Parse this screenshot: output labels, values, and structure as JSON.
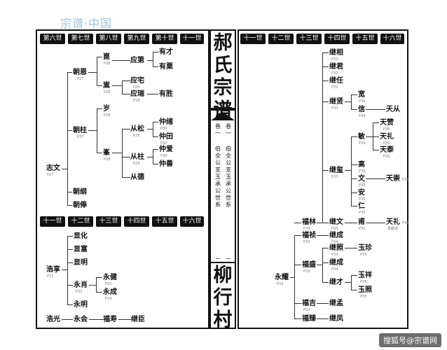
{
  "watermark_top": "宗谱·中国",
  "watermark_bottom": "搜狐号@宗谱网",
  "spine": {
    "title": "郝氏宗谱",
    "vol_left": "卷一",
    "vol_right": "卷一",
    "text_left": "伯全公支玉承公世系",
    "text_right": "伯全公支玉承公世系",
    "page_left": "二十一",
    "page_right": "二十二",
    "village": "柳行村"
  },
  "left_top_headers": [
    "第六世",
    "第七世",
    "第八世",
    "第九世",
    "第十世",
    "十一世"
  ],
  "left_bottom_headers": [
    "十一世",
    "十二世",
    "十三世",
    "十四世",
    "十五世",
    "十六世"
  ],
  "right_headers": [
    "十一世",
    "十二世",
    "十三世",
    "十四世",
    "十五世",
    "十六世"
  ],
  "names": {
    "zhiwen": "志文",
    "zhaoen": "朝恩",
    "zhaozhu": "朝柱",
    "zhaogang": "朝纲",
    "zhaofeng": "朝俸",
    "kun": "崑",
    "song": "嵩",
    "sui": "岁",
    "feng": "峯",
    "yingdi": "应第",
    "yingzhai": "应宅",
    "yingrui": "应瑞",
    "congsong": "从松",
    "congzhu": "从柱",
    "congde": "从德",
    "youcai": "有才",
    "yousu": "有粟",
    "yousheng": "有胜",
    "zhongxu": "仲绪",
    "zhongtian": "仲田",
    "zhongai": "仲爱",
    "zhongshan": "仲善",
    "haoxiang": "浩享",
    "haoguang": "浩光",
    "xianhua": "显化",
    "xianfu": "显富",
    "xianming": "显明",
    "yongxiao": "永肖",
    "yongming": "永明",
    "yonghui": "永会",
    "fuzhong": "福寿",
    "jichen": "继臣",
    "yongjian": "永健",
    "yongcheng": "永成",
    "fulin": "福林",
    "fuzhen": "福祯",
    "fusheng": "福盛",
    "fuji": "福吉",
    "fuzhen2": "福臻",
    "yongyao": "永耀",
    "jixiang": "继相",
    "jijun": "继君",
    "jiren": "继任",
    "jixian": "继贤",
    "jiyi": "继玺",
    "jiwen": "继文",
    "jicheng": "继成",
    "jizhao": "继照",
    "jicheng2": "继成",
    "jicai": "继才",
    "jimeng": "继孟",
    "jifeng": "继凤",
    "kuan": "宽",
    "xin": "信",
    "min": "敏",
    "gao": "高",
    "wen": "文",
    "an": "安",
    "ren": "仁",
    "fu": "甫",
    "yuzhen": "玉珍",
    "yuxiang": "玉祥",
    "yuzhao": "玉照",
    "tiancong": "天从",
    "tianzan": "天赞",
    "tianli": "天礼",
    "tiantai": "天泰",
    "tianchong": "天崇",
    "tianli2": "天礼"
  },
  "tags": {
    "p27": "P27",
    "p28": "P28",
    "p29": "P29",
    "p30": "P30",
    "p31": "P31",
    "p32": "P32",
    "p33": "P33",
    "p34": "P34",
    "p35": "P35",
    "p36": "P36",
    "note": "景都诗"
  }
}
